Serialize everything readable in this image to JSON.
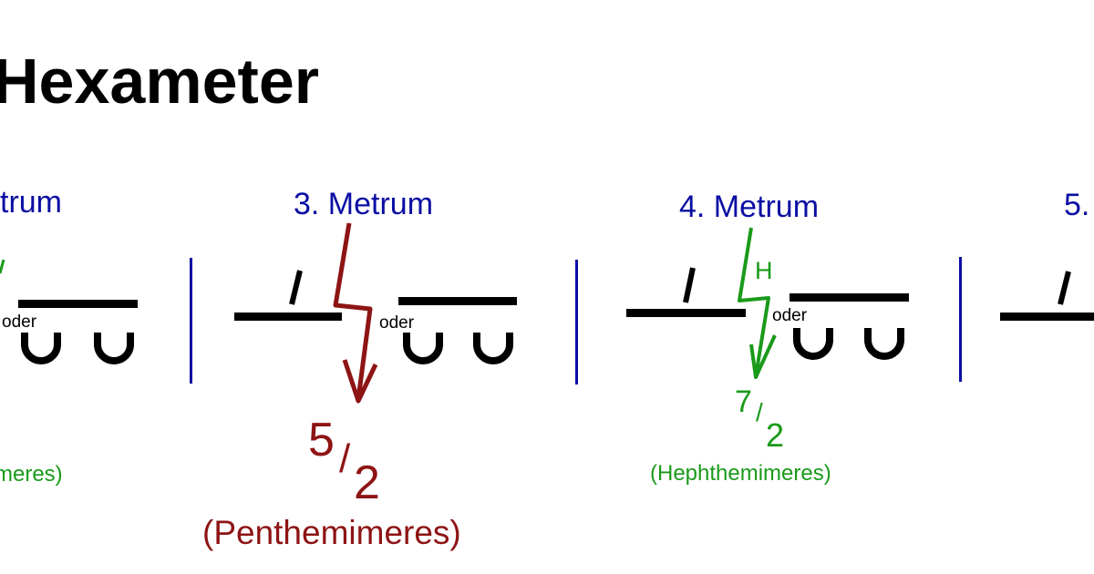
{
  "title": "Hexameter",
  "colors": {
    "metrum_label": "#0b0ea3",
    "penthemimeres": "#8e1414",
    "hephthemimeres": "#1a9a1a",
    "divider": "#0b0ea3"
  },
  "metra": [
    {
      "label": "trum",
      "alternative": "oder"
    },
    {
      "label": "3. Metrum",
      "alternative": "oder"
    },
    {
      "label": "4. Metrum",
      "alternative": "oder"
    },
    {
      "label": "5."
    }
  ],
  "caesurae": {
    "left_partial": {
      "name": "meres)"
    },
    "penthemimeres": {
      "numerator": "5",
      "slash": "/",
      "denominator": "2",
      "name": "(Penthemimeres)"
    },
    "hephthemimeres": {
      "marker": "H",
      "numerator": "7",
      "slash": "/",
      "denominator": "2",
      "name": "(Hephthemimeres)"
    }
  }
}
